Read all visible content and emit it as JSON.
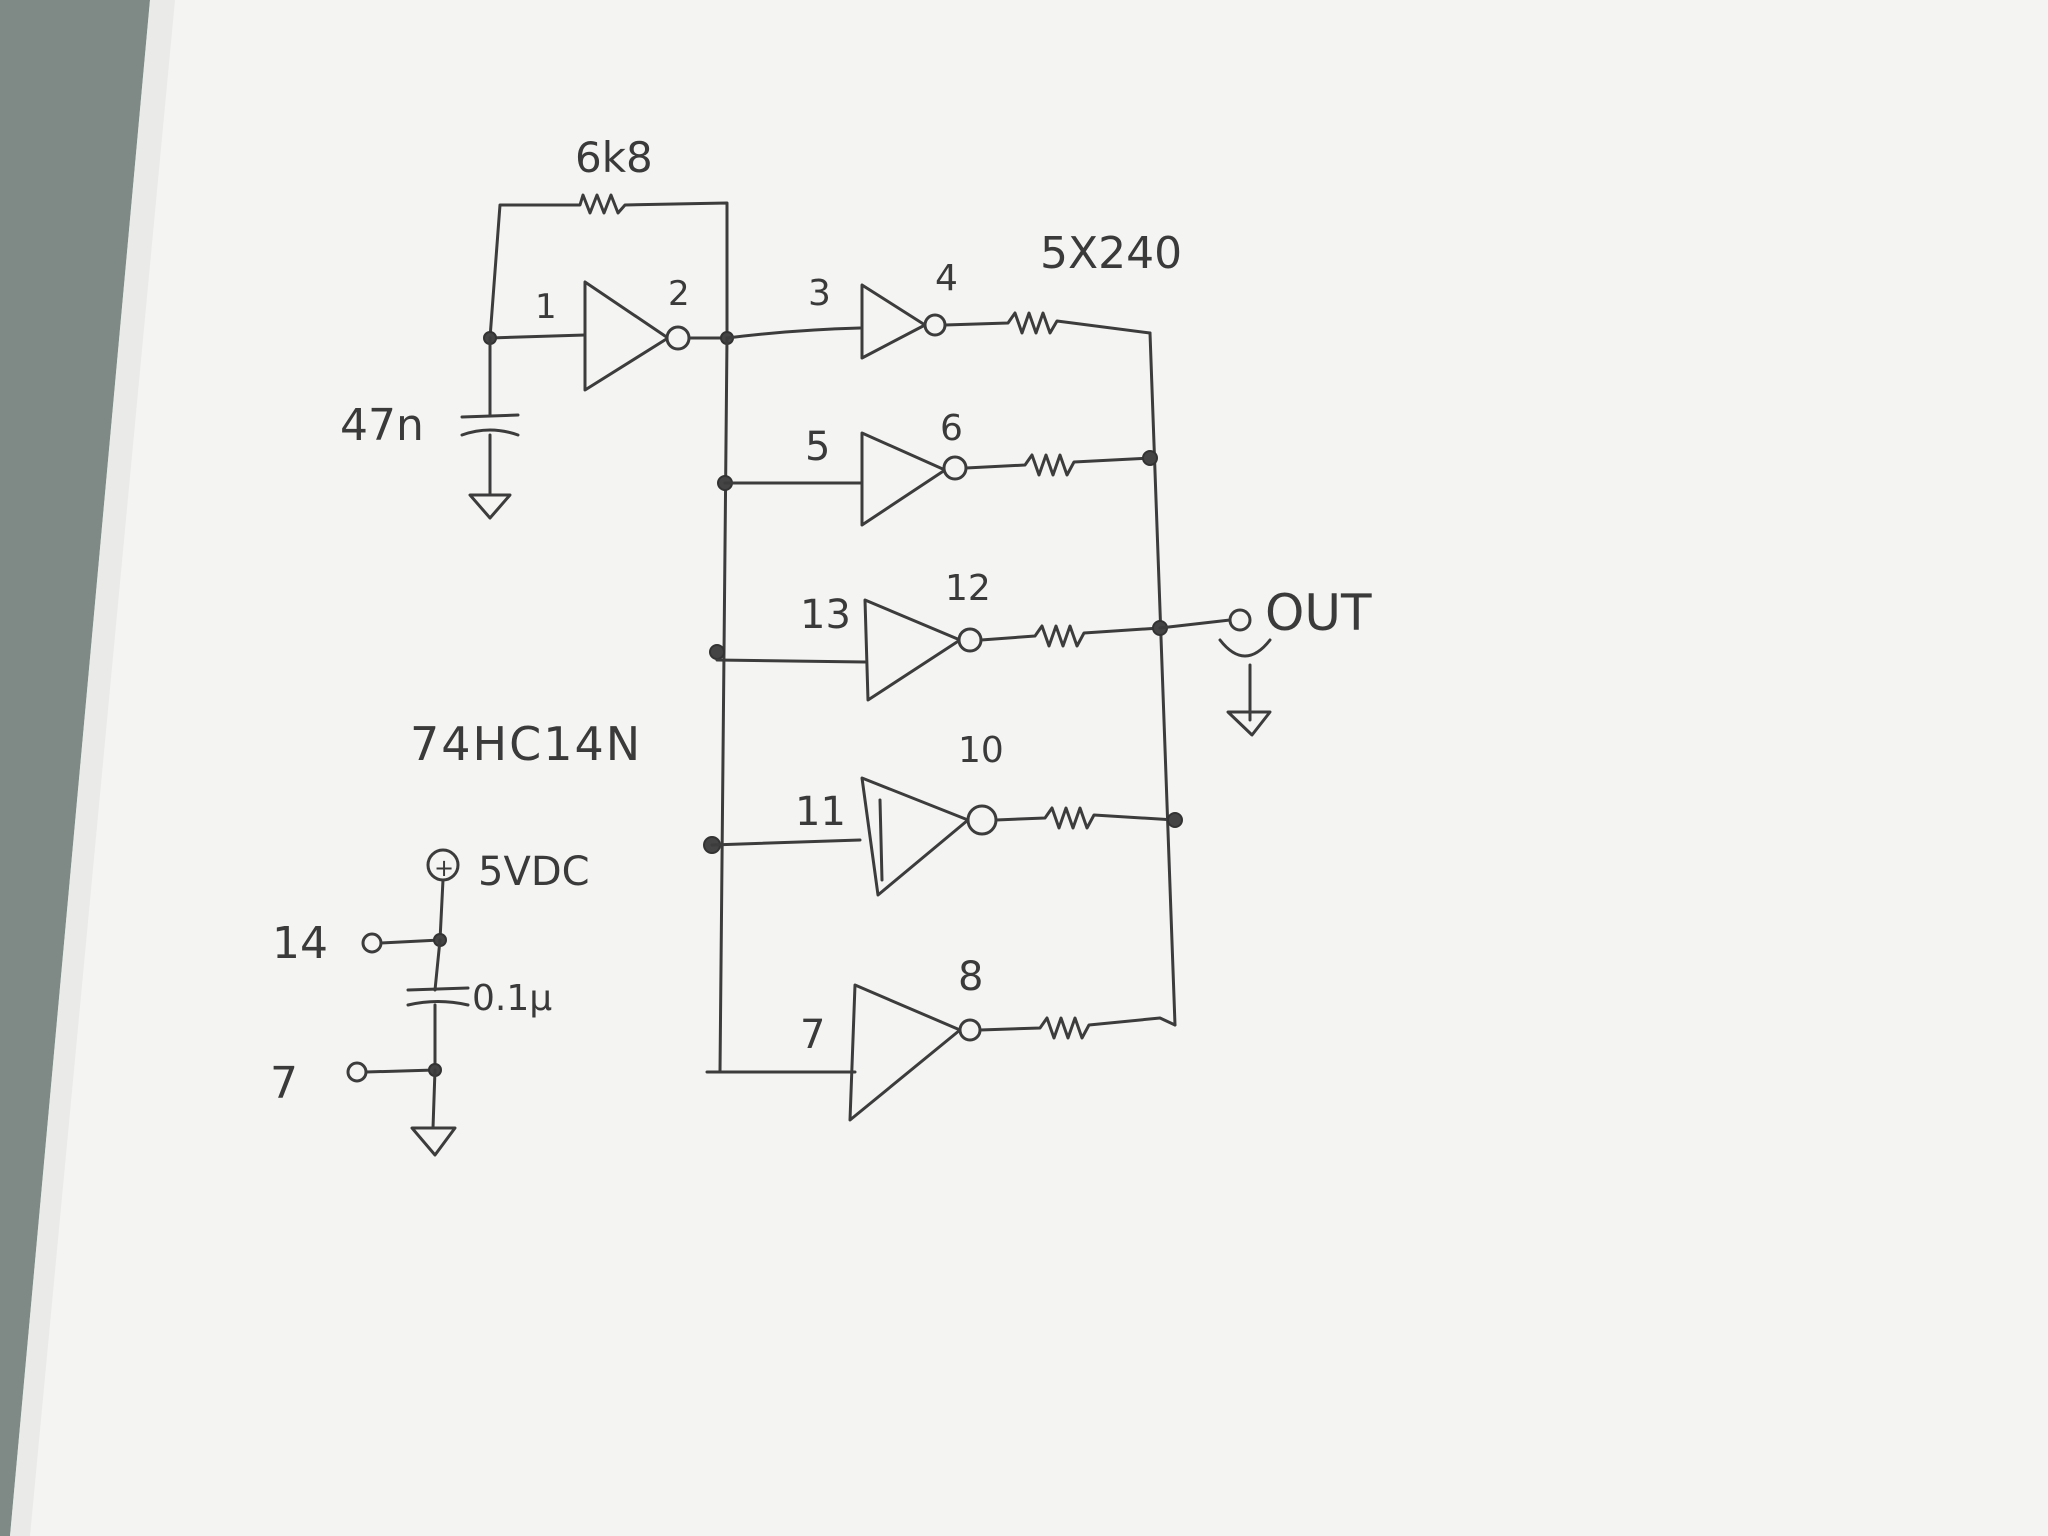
{
  "labels": {
    "feedback_resistor": "6k8",
    "output_resistors": "5X240",
    "capacitor": "47n",
    "chip": "74HC14N",
    "supply": "5VDC",
    "decoupling": "0.1µ",
    "output": "OUT",
    "plus": "+"
  },
  "pins": {
    "p1": "1",
    "p2": "2",
    "p3": "3",
    "p4": "4",
    "p5": "5",
    "p6": "6",
    "p13": "13",
    "p12": "12",
    "p11": "11",
    "p10": "10",
    "p7": "7",
    "p8": "8",
    "vcc_pin": "14",
    "gnd_pin": "7"
  },
  "colors": {
    "paper": "#f4f4f2",
    "desk": "#7f8a86",
    "pencil": "#3c3c3c"
  }
}
